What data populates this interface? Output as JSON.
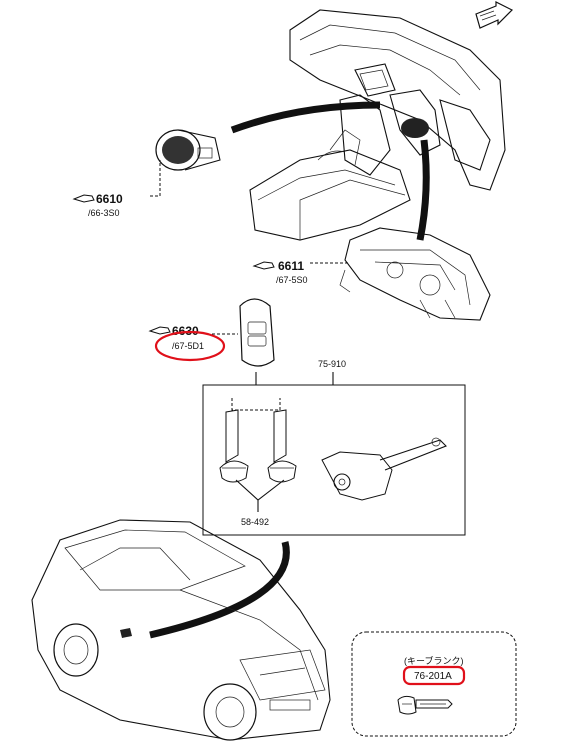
{
  "callouts": {
    "part_6610": {
      "number": "6610",
      "ref": "/66-3S0"
    },
    "part_6611": {
      "number": "6611",
      "ref": "/67-5S0"
    },
    "part_6630": {
      "number": "6630",
      "ref": "/67-5D1"
    },
    "set_75910": {
      "number": "75-910"
    },
    "keys_58492": {
      "number": "58-492"
    },
    "blank_key": {
      "title": "(キーブランク)",
      "ref": "76-201A"
    }
  },
  "colors": {
    "ink": "#111111",
    "highlight_circle": "#e0101a"
  },
  "icons": [
    "hand-pointer-icon",
    "direction-arrow-icon"
  ]
}
